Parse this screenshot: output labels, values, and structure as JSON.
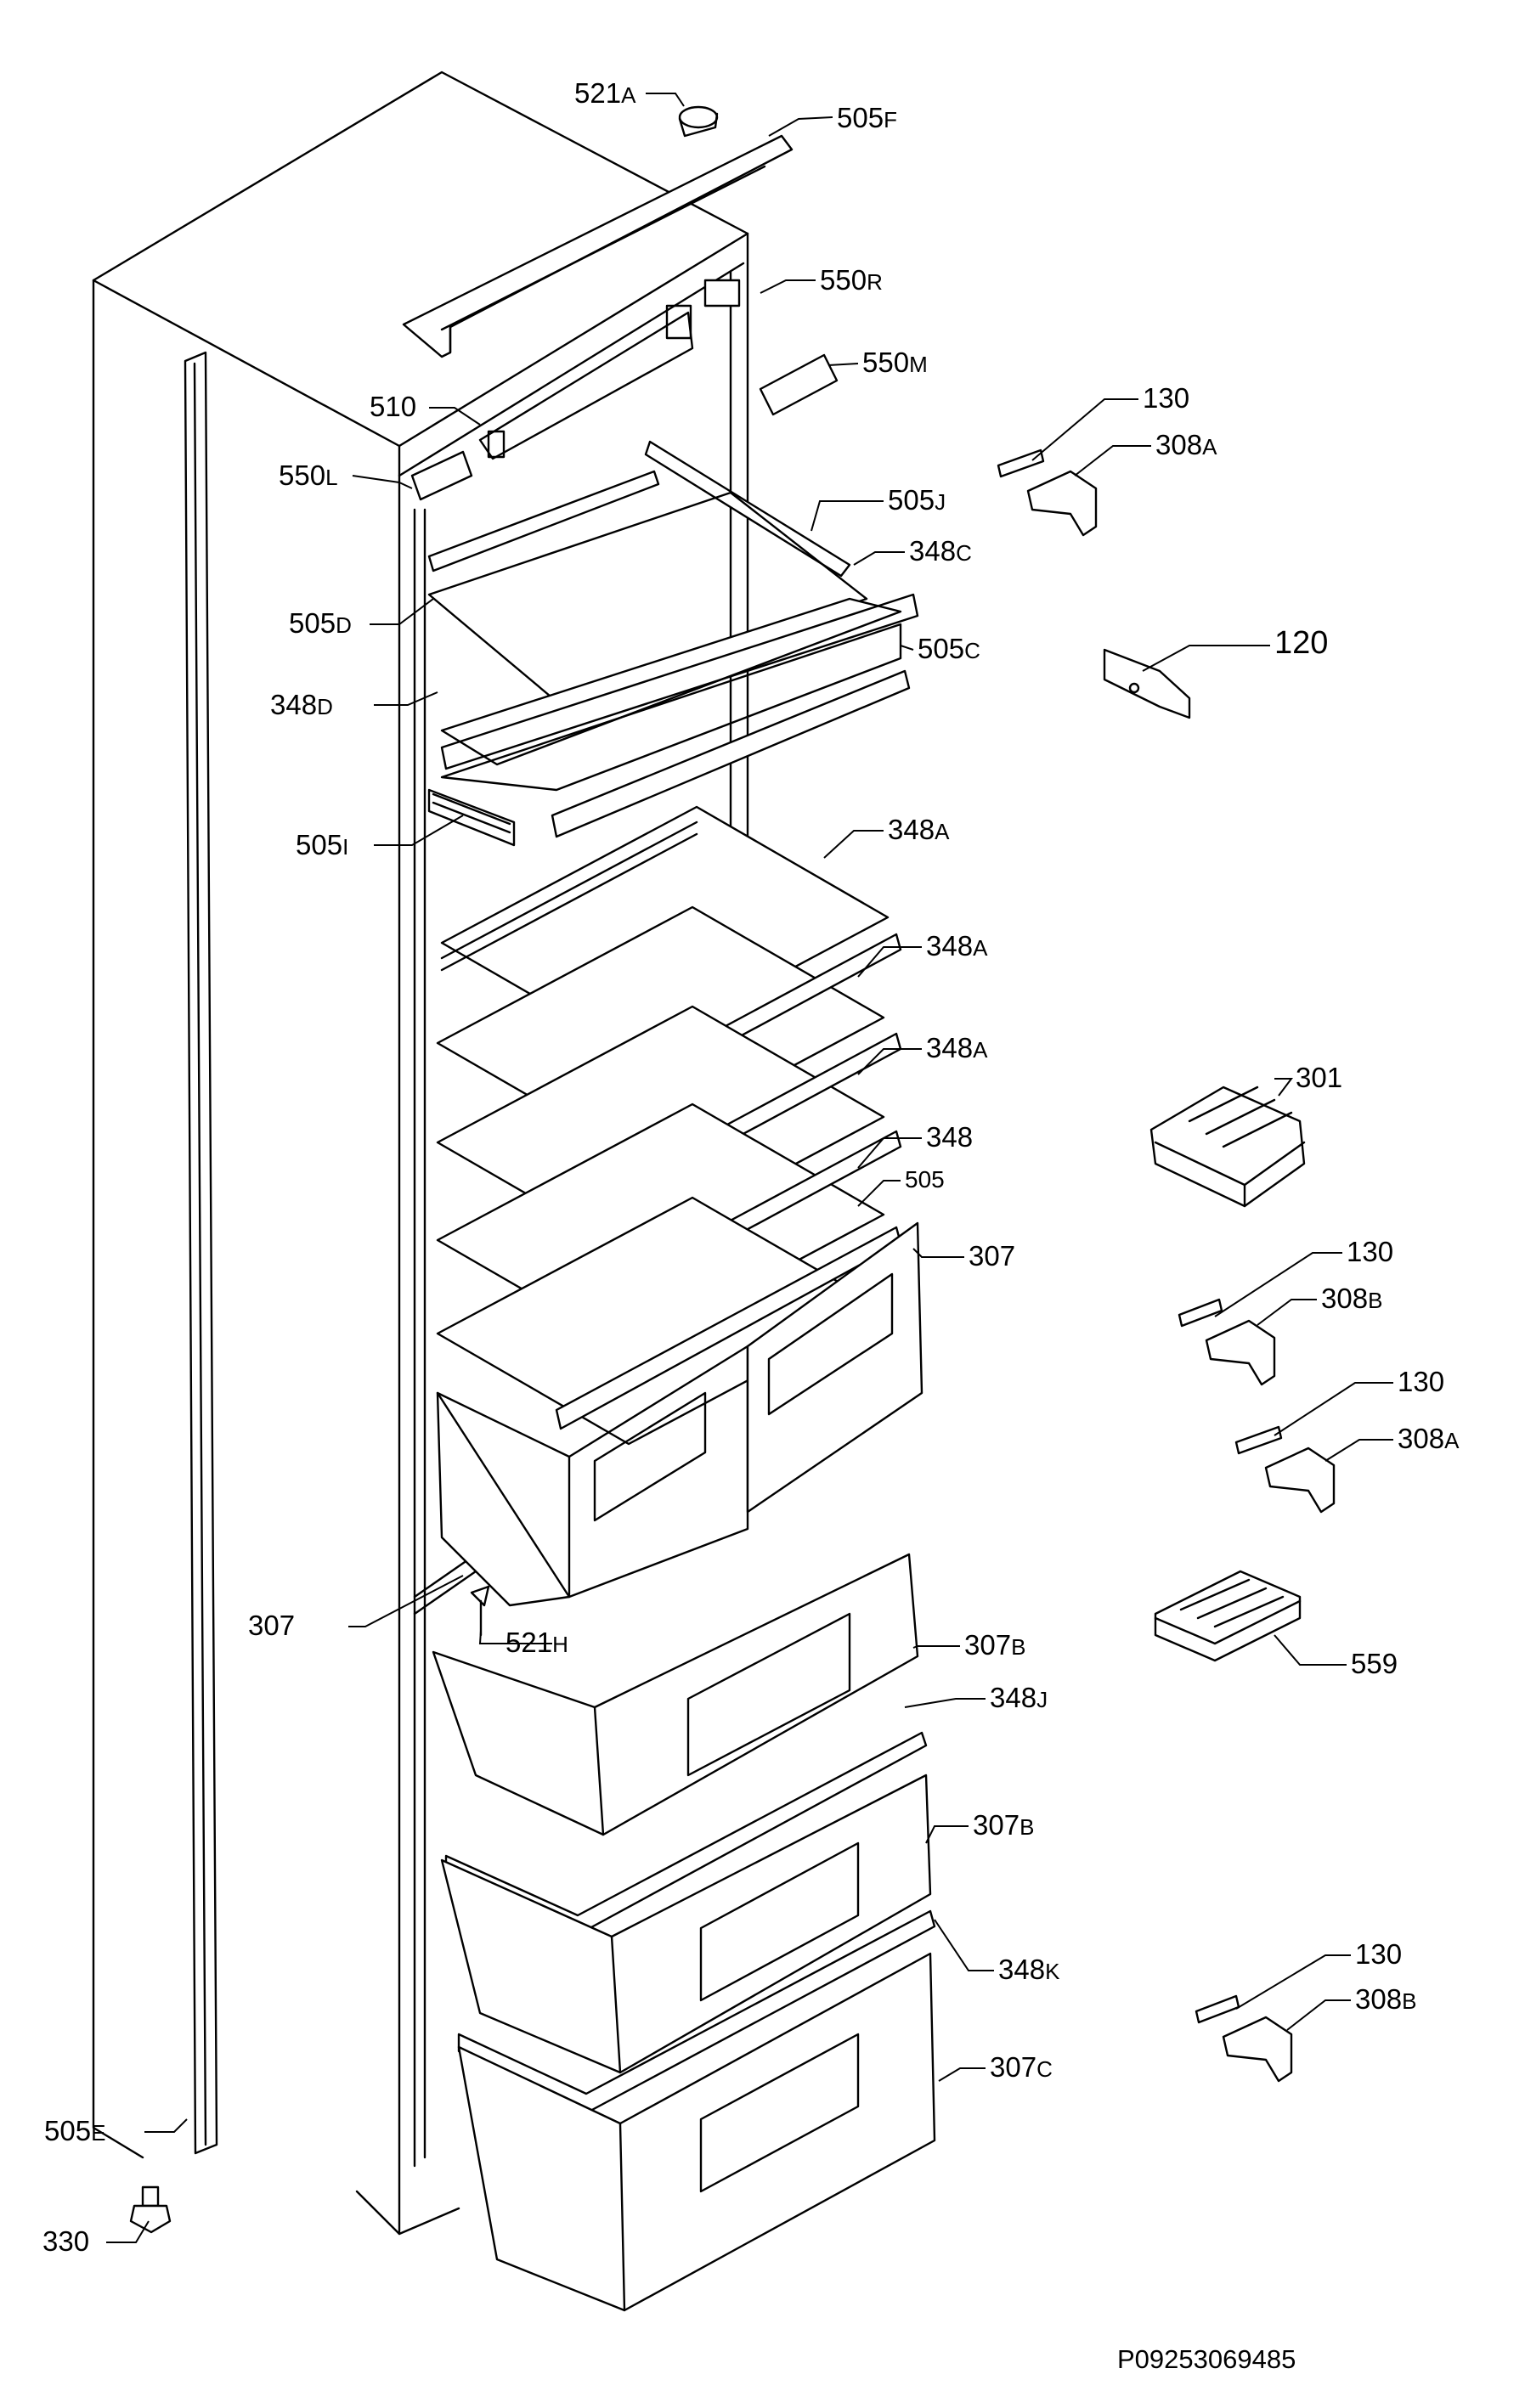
{
  "diagram": {
    "document_code": "P09253069485",
    "labels": [
      {
        "id": "521A",
        "main": "521",
        "suffix": "A"
      },
      {
        "id": "505F",
        "main": "505",
        "suffix": "F"
      },
      {
        "id": "550R",
        "main": "550",
        "suffix": "R"
      },
      {
        "id": "550M",
        "main": "550",
        "suffix": "M"
      },
      {
        "id": "510",
        "main": "510",
        "suffix": ""
      },
      {
        "id": "550L",
        "main": "550",
        "suffix": "L"
      },
      {
        "id": "130-a",
        "main": "130",
        "suffix": ""
      },
      {
        "id": "308A-a",
        "main": "308",
        "suffix": "A"
      },
      {
        "id": "505J",
        "main": "505",
        "suffix": "J"
      },
      {
        "id": "348C",
        "main": "348",
        "suffix": "C"
      },
      {
        "id": "505D",
        "main": "505",
        "suffix": "D"
      },
      {
        "id": "505C",
        "main": "505",
        "suffix": "C"
      },
      {
        "id": "120",
        "main": "120",
        "suffix": ""
      },
      {
        "id": "348D",
        "main": "348",
        "suffix": "D"
      },
      {
        "id": "505I",
        "main": "505",
        "suffix": "I"
      },
      {
        "id": "348A-1",
        "main": "348",
        "suffix": "A"
      },
      {
        "id": "348A-2",
        "main": "348",
        "suffix": "A"
      },
      {
        "id": "348A-3",
        "main": "348",
        "suffix": "A"
      },
      {
        "id": "301",
        "main": "301",
        "suffix": ""
      },
      {
        "id": "348",
        "main": "348",
        "suffix": ""
      },
      {
        "id": "505",
        "main": "505",
        "suffix": ""
      },
      {
        "id": "307-top",
        "main": "307",
        "suffix": ""
      },
      {
        "id": "130-b",
        "main": "130",
        "suffix": ""
      },
      {
        "id": "308B-b",
        "main": "308",
        "suffix": "B"
      },
      {
        "id": "130-c",
        "main": "130",
        "suffix": ""
      },
      {
        "id": "308A-c",
        "main": "308",
        "suffix": "A"
      },
      {
        "id": "307-left",
        "main": "307",
        "suffix": ""
      },
      {
        "id": "521H",
        "main": "521",
        "suffix": "H"
      },
      {
        "id": "559",
        "main": "559",
        "suffix": ""
      },
      {
        "id": "307B-1",
        "main": "307",
        "suffix": "B"
      },
      {
        "id": "348J",
        "main": "348",
        "suffix": "J"
      },
      {
        "id": "307B-2",
        "main": "307",
        "suffix": "B"
      },
      {
        "id": "348K",
        "main": "348",
        "suffix": "K"
      },
      {
        "id": "130-d",
        "main": "130",
        "suffix": ""
      },
      {
        "id": "308B-d",
        "main": "308",
        "suffix": "B"
      },
      {
        "id": "307C",
        "main": "307",
        "suffix": "C"
      },
      {
        "id": "505E",
        "main": "505",
        "suffix": "E"
      },
      {
        "id": "330",
        "main": "330",
        "suffix": ""
      }
    ]
  }
}
